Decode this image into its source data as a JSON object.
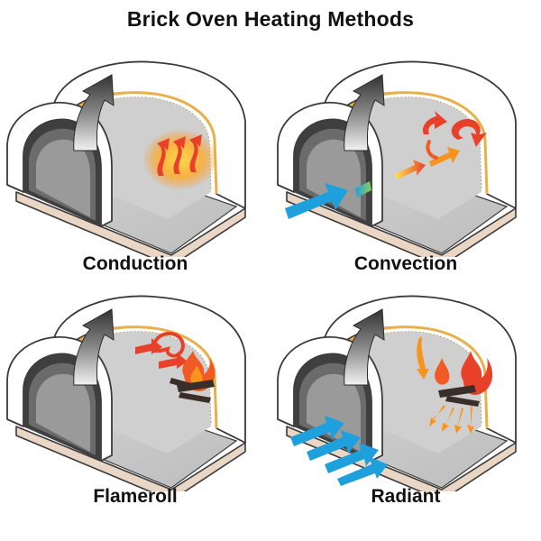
{
  "title": "Brick Oven Heating Methods",
  "panels": [
    {
      "id": "conduction",
      "label": "Conduction",
      "icon": "heat-waves-icon"
    },
    {
      "id": "convection",
      "label": "Convection",
      "icon": "air-flow-icon"
    },
    {
      "id": "flameroll",
      "label": "Flameroll",
      "icon": "rolling-flame-icon"
    },
    {
      "id": "radiant",
      "label": "Radiant",
      "icon": "radiant-heat-icon"
    }
  ],
  "colors": {
    "oven_shell": "#ffffff",
    "oven_outline": "#3a3a3a",
    "oven_floor": "#c8c8c8",
    "inner_lining": "#e8b04a",
    "exhaust_arrow": "#555555",
    "heat_red": "#e8412a",
    "heat_orange": "#f7941d",
    "air_blue": "#1ea0dc",
    "wood": "#3a2e28"
  }
}
